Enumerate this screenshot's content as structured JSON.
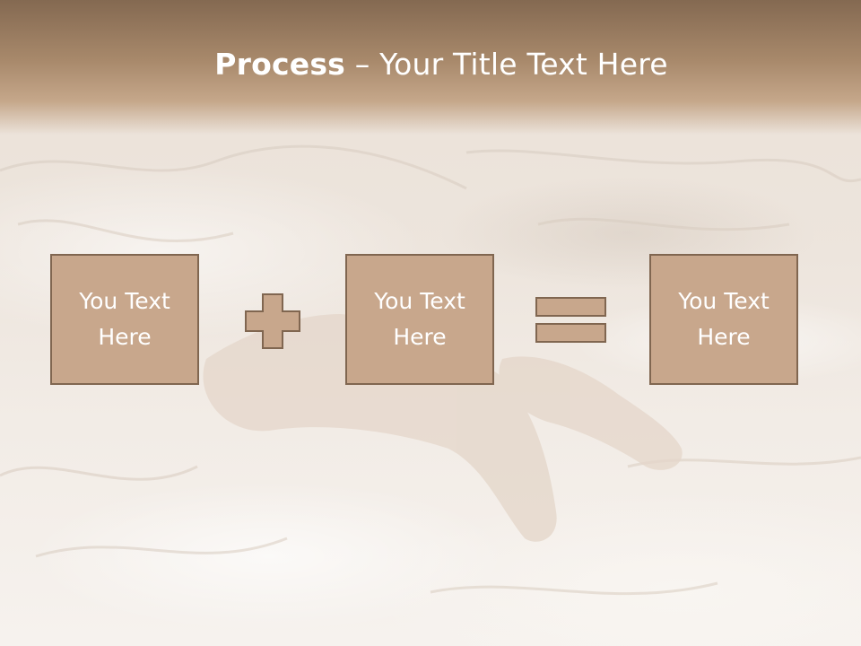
{
  "slide": {
    "title_bold": "Process",
    "title_rest": " – Your Title Text Here",
    "boxes": [
      {
        "line1": "You Text",
        "line2": "Here"
      },
      {
        "line1": "You Text",
        "line2": "Here"
      },
      {
        "line1": "You Text",
        "line2": "Here"
      }
    ],
    "operators": [
      "plus-icon",
      "equals-icon"
    ]
  },
  "colors": {
    "header_dark": "#846951",
    "box_fill": "#c8a78c",
    "box_border": "#806650",
    "text": "#ffffff"
  }
}
